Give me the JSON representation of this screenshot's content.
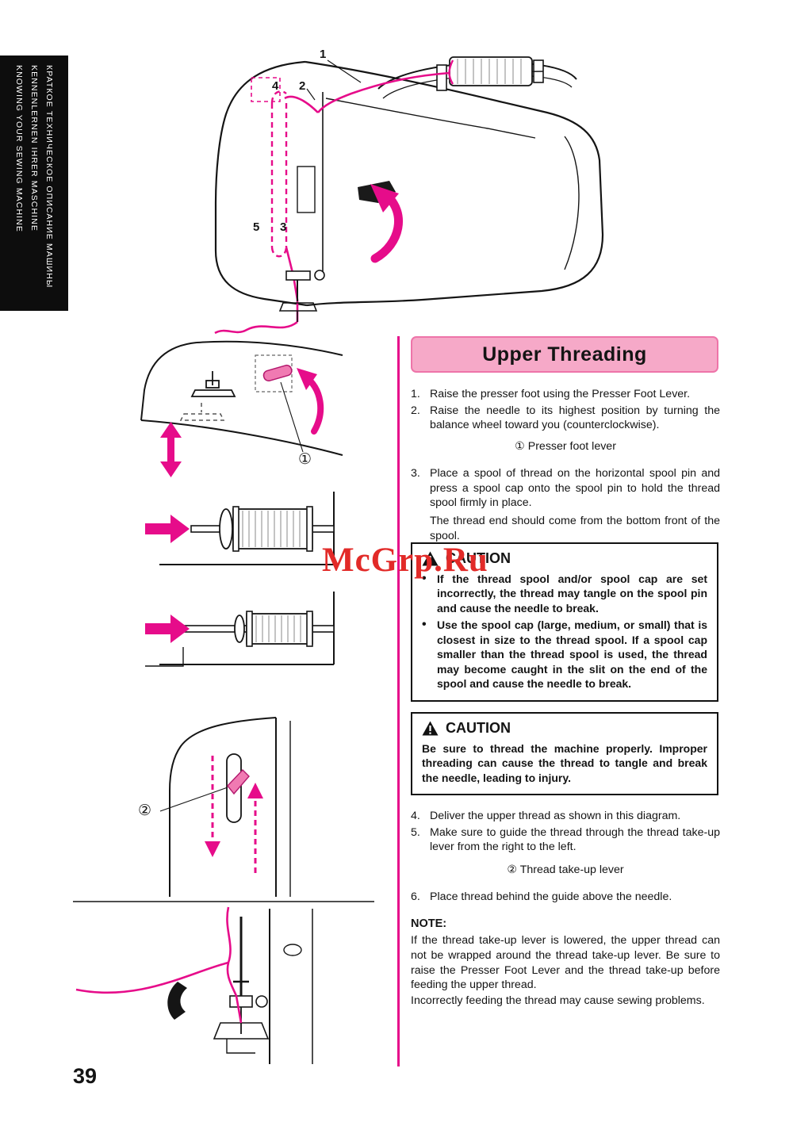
{
  "page": {
    "number": "39",
    "watermark": "McGrp.Ru"
  },
  "sidebar": {
    "lines": [
      "KNOWING YOUR SEWING MACHINE",
      "KENNENLERNEN IHRER MASCHINE",
      "КРАТКОЕ ТЕХНИЧЕСКОЕ ОПИСАНИЕ МАШИНЫ"
    ]
  },
  "section": {
    "title": "Upper Threading"
  },
  "instructions": {
    "steps_top": [
      {
        "num": "1.",
        "text": "Raise the presser foot using the Presser Foot Lever."
      },
      {
        "num": "2.",
        "text": "Raise the needle to its highest position by turning the balance wheel toward you (counterclockwise)."
      }
    ],
    "callout1": "① Presser foot lever",
    "step3": {
      "num": "3.",
      "text": "Place a spool of thread on the horizontal spool pin and press a spool cap onto the spool pin to hold the thread spool firmly in place.",
      "note": "The thread end should come from the bottom front of the spool."
    },
    "steps_mid": [
      {
        "num": "4.",
        "text": "Deliver the upper thread as shown in this diagram."
      },
      {
        "num": "5.",
        "text": "Make sure to guide the thread through the thread take-up lever from the right to the left."
      }
    ],
    "callout2": "② Thread take-up lever",
    "step6": {
      "num": "6.",
      "text": "Place thread behind the guide above the needle."
    }
  },
  "caution1": {
    "title": "CAUTION",
    "bullet": "•",
    "item1": "If the thread spool and/or spool cap are set incorrectly, the thread may tangle on the spool pin and cause the needle to break.",
    "item2": "Use the spool cap (large, medium, or small) that is closest in size to the thread spool. If a spool cap smaller than the thread spool is used, the thread may become caught in the slit on the end of the spool and cause the needle to break."
  },
  "caution2": {
    "title": "CAUTION",
    "text": "Be sure to thread the machine properly. Improper threading can cause the thread to tangle and break the needle, leading to injury."
  },
  "note": {
    "title": "NOTE:",
    "line1": "If the thread take-up lever is lowered, the upper thread can not be wrapped around the thread take-up lever. Be sure to raise the Presser Foot Lever and the thread take-up before feeding the upper thread.",
    "line2": "Incorrectly feeding the thread may cause sewing problems."
  },
  "diagrams": {
    "top_labels": {
      "n1": "1",
      "n2": "2",
      "n3": "3",
      "n4": "4",
      "n5": "5"
    },
    "lever_label": "①",
    "takeup_label": "②"
  },
  "colors": {
    "accent_pink": "#e60c8a",
    "header_bg": "#f6a9c8",
    "header_border": "#ee74a9",
    "watermark_red": "#e22a28"
  }
}
